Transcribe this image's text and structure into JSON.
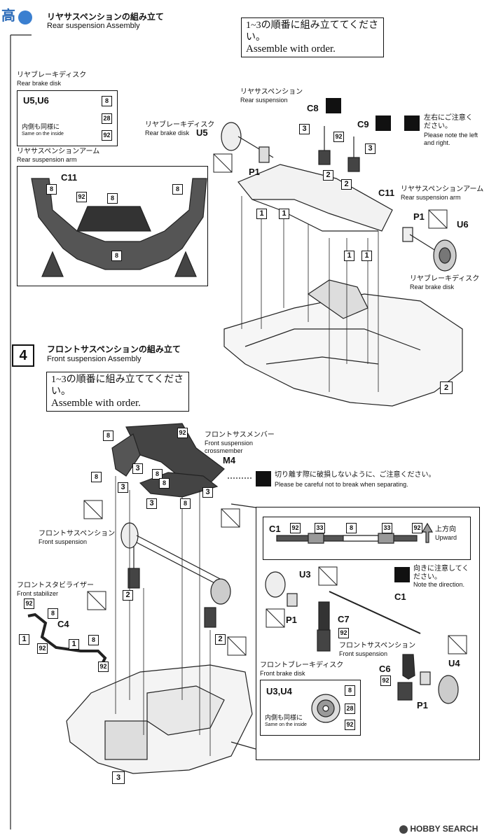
{
  "header_logo": "高",
  "step3": {
    "title_jp": "リヤサスペンションの組み立て",
    "title_en": "Rear suspension Assembly",
    "order_note_jp": "1~3の順番に組み立ててください。",
    "order_note_en": "Assemble with order."
  },
  "rear_disk_panel": {
    "label_jp": "リヤブレーキディスク",
    "label_en": "Rear brake disk",
    "parts": "U5,U6",
    "same_inside_jp": "内側も同様に",
    "same_inside_en": "Same on the inside",
    "tags": [
      "8",
      "28",
      "92"
    ]
  },
  "rear_arm_panel": {
    "label_jp": "リヤサスペンションアーム",
    "label_en": "Rear suspension arm",
    "part": "C11",
    "tags": [
      "8",
      "92",
      "8",
      "8",
      "8"
    ]
  },
  "rear_main": {
    "rear_susp_jp": "リヤサスペンション",
    "rear_susp_en": "Rear suspension",
    "disk_left_jp": "リヤブレーキディスク",
    "disk_left_en": "Rear brake disk",
    "u5": "U5",
    "p1_left": "P1",
    "c8": "C8",
    "c9": "C9",
    "tag92": "92",
    "lr_note_jp": "左右にご注意ください。",
    "lr_note_en": "Please note the left and right.",
    "c11": "C11",
    "c11_label_jp": "リヤサスペンションアーム",
    "c11_label_en": "Rear suspension arm",
    "p1_right": "P1",
    "u6": "U6",
    "disk_right_jp": "リヤブレーキディスク",
    "disk_right_en": "Rear brake disk",
    "seq": [
      "3",
      "2",
      "3",
      "2",
      "1",
      "1",
      "1",
      "1"
    ],
    "body_num": "2"
  },
  "step4": {
    "number": "4",
    "title_jp": "フロントサスペンションの組み立て",
    "title_en": "Front suspension Assembly",
    "order_note_jp": "1~3の順番に組み立ててください。",
    "order_note_en": "Assemble with order."
  },
  "front_main": {
    "crossmember_jp": "フロントサスメンバー",
    "crossmember_en1": "Front suspension",
    "crossmember_en2": "crossmember",
    "m4": "M4",
    "careful_jp": "切り離す際に破損しないように、ご注意ください。",
    "careful_en": "Please be careful not to break when separating.",
    "front_susp_jp": "フロントサスペンション",
    "front_susp_en": "Front suspension",
    "stabilizer_jp": "フロントスタビライザー",
    "stabilizer_en": "Front stabilizer",
    "c4": "C4",
    "tags": [
      "8",
      "92",
      "8",
      "8",
      "8",
      "8",
      "92",
      "8",
      "92",
      "8",
      "92"
    ],
    "seq": [
      "3",
      "3",
      "3",
      "2",
      "2",
      "1",
      "1"
    ],
    "body_num": "3"
  },
  "c1_panel": {
    "c1": "C1",
    "tags": [
      "92",
      "33",
      "8",
      "33",
      "92"
    ],
    "upward_jp": "上方向",
    "upward_en": "Upward"
  },
  "front_detail": {
    "direction_jp": "向きに注意してください。",
    "direction_en": "Note the direction.",
    "u3": "U3",
    "c1": "C1",
    "p1": "P1",
    "c7": "C7",
    "tag92a": "92",
    "front_susp_jp": "フロントサスペンション",
    "front_susp_en": "Front suspension",
    "c6": "C6",
    "tag92b": "92",
    "u4": "U4",
    "p1b": "P1",
    "disk_jp": "フロントブレーキディスク",
    "disk_en": "Front brake disk"
  },
  "front_disk_panel": {
    "parts": "U3,U4",
    "same_inside_jp": "内側も同様に",
    "same_inside_en": "Same on the inside",
    "tags": [
      "8",
      "28",
      "92"
    ]
  },
  "watermark": "HOBBY SEARCH"
}
